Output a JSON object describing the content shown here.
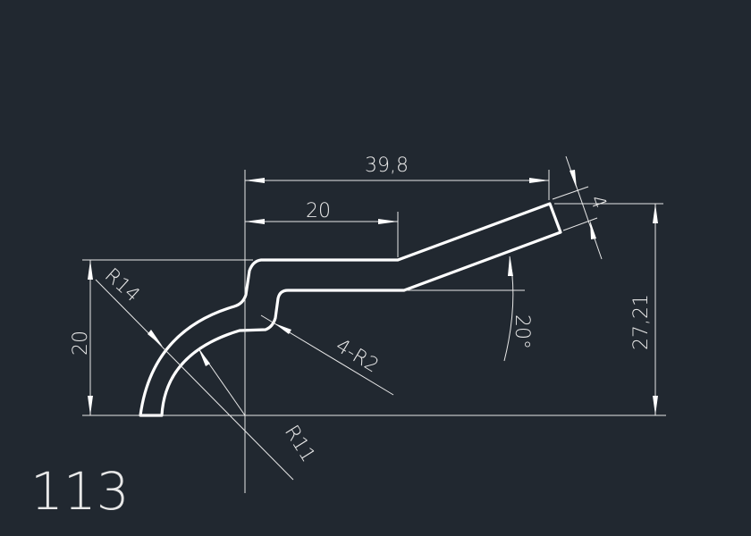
{
  "drawing": {
    "part_number": "113",
    "dimensions": {
      "overall_width": "39,8",
      "flat_width": "20",
      "left_height": "20",
      "total_height": "27,21",
      "thickness": "4",
      "angle": "20°",
      "outer_radius": "R14",
      "inner_radius": "R11",
      "fillet_radius": "4-R2"
    },
    "colors": {
      "background": "#212830",
      "lines": "#ffffff"
    }
  }
}
